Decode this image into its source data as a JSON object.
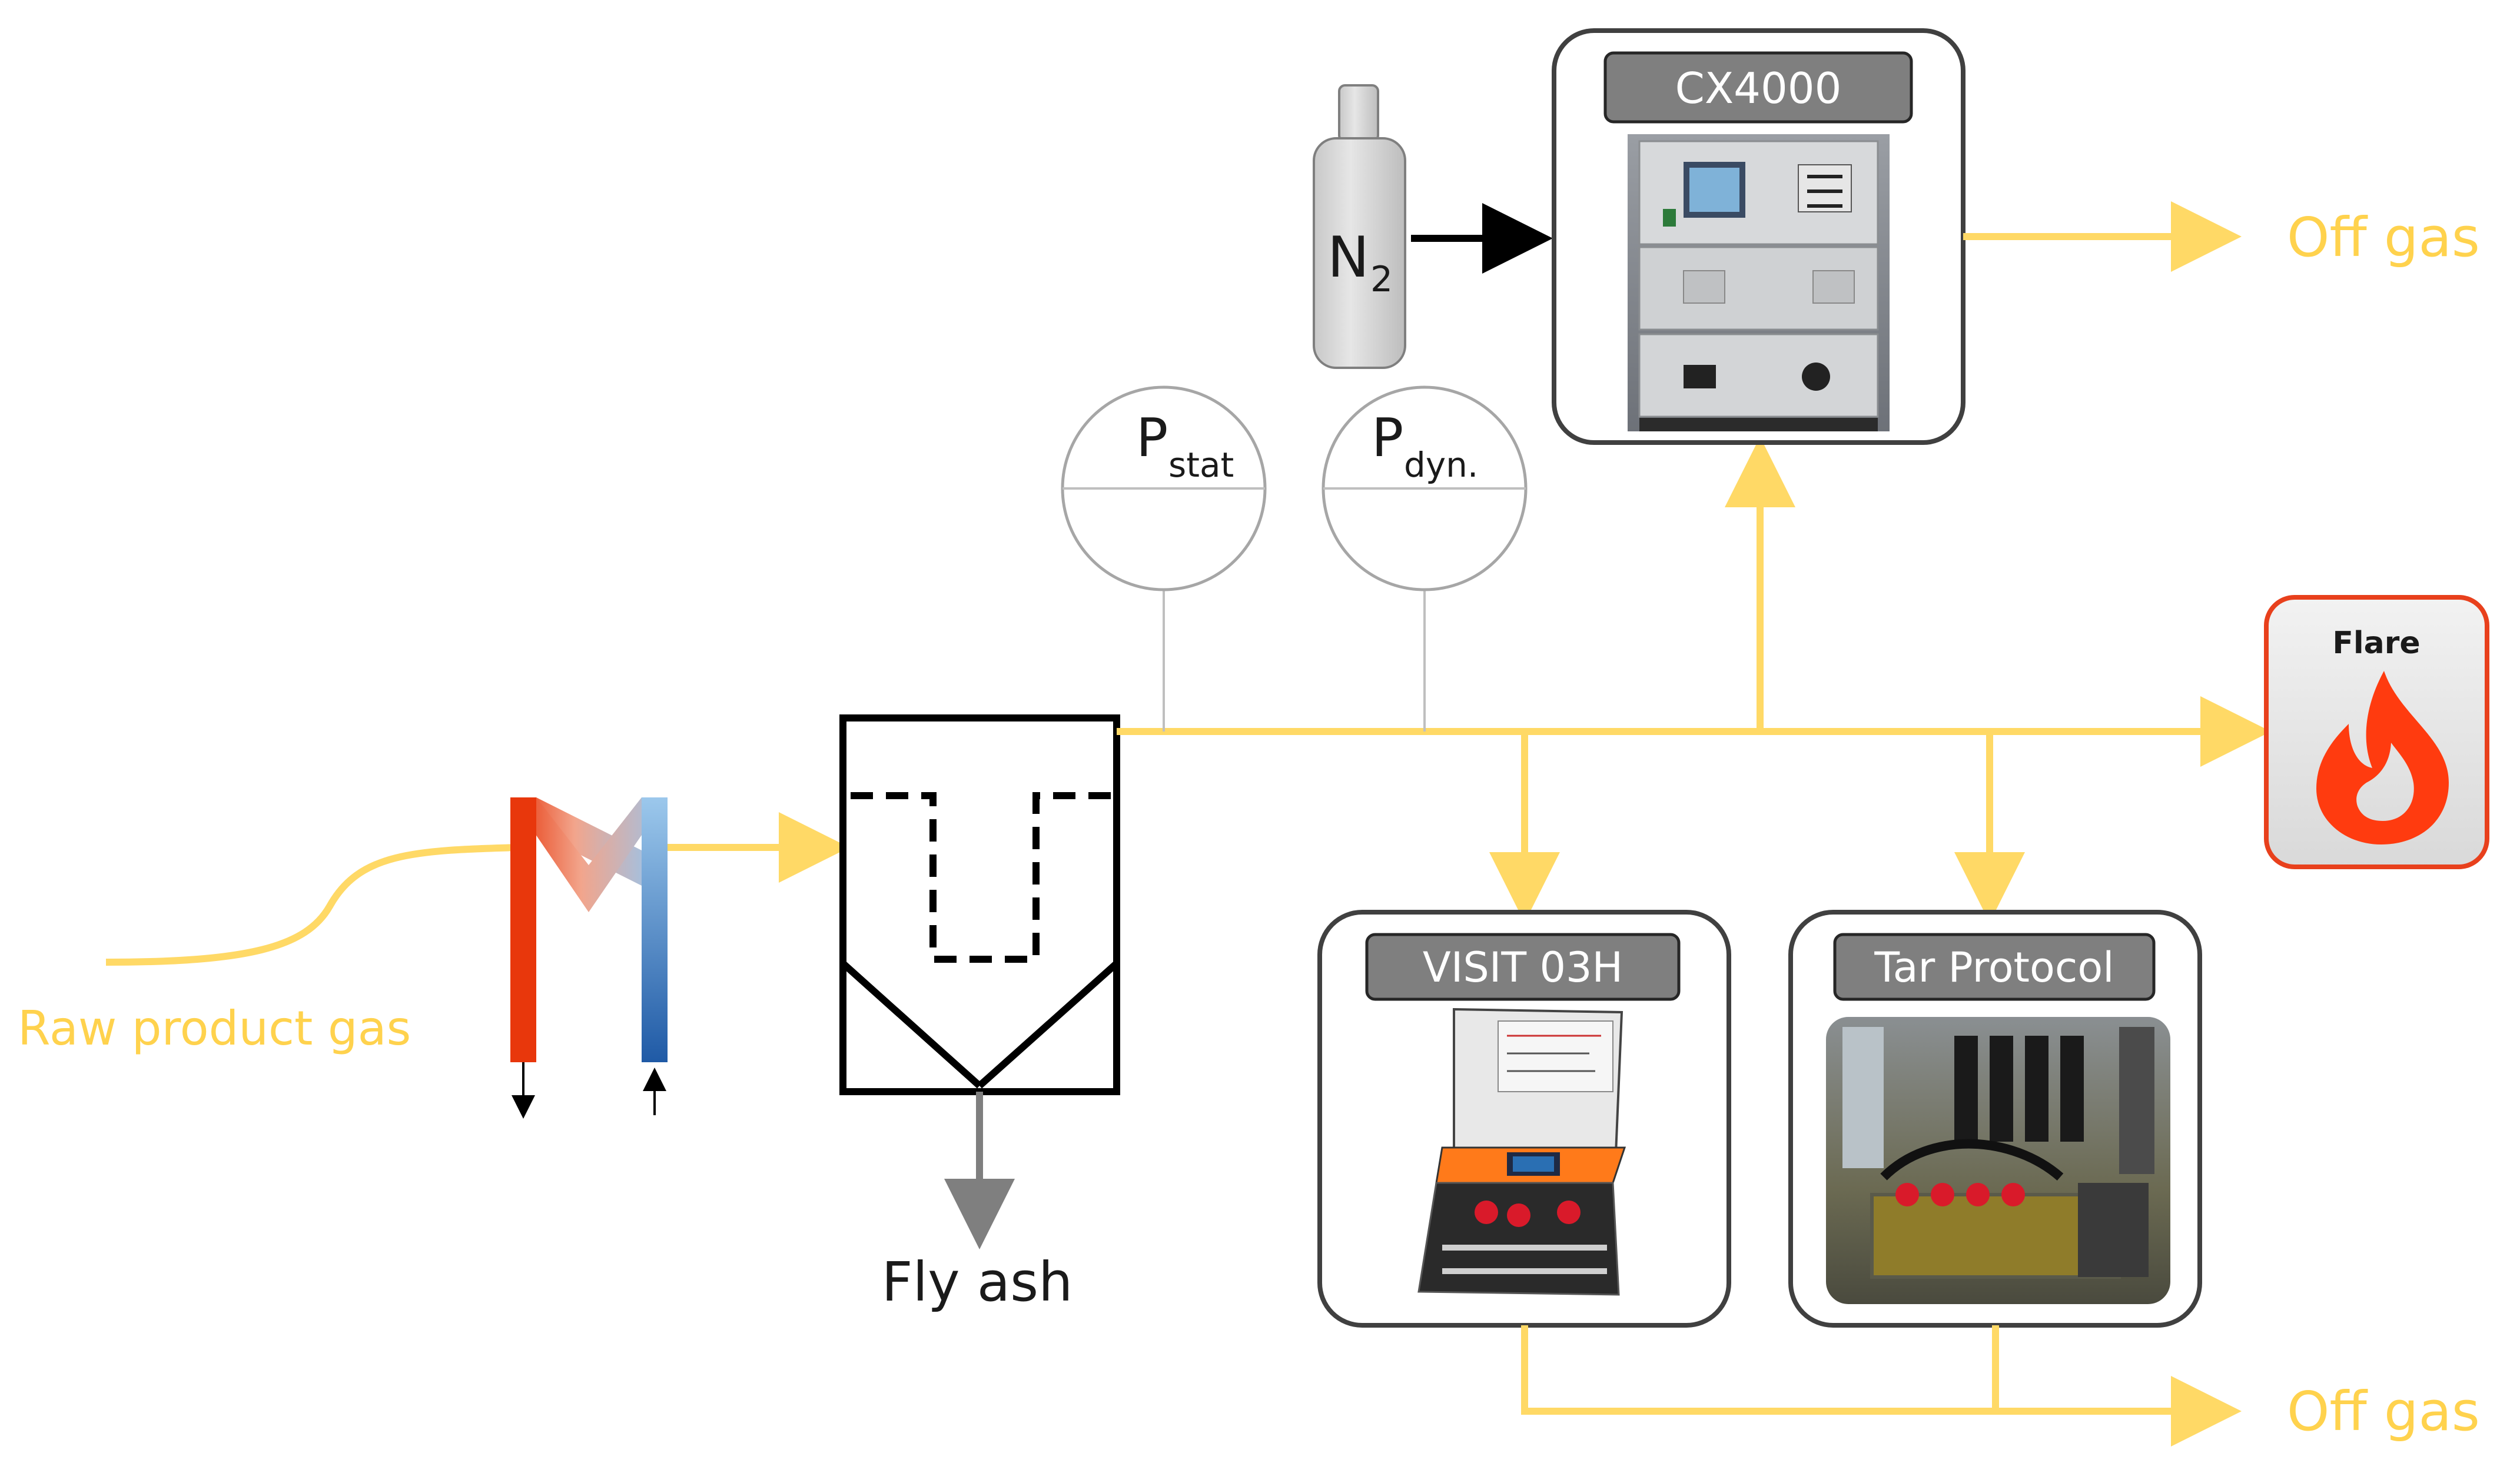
{
  "colors": {
    "gas_line": "#FFD966",
    "gas_label": "#FFD24D",
    "flare_border": "#E8401C",
    "flame": "#FF3B0F",
    "title_bar": "#808080",
    "cylinder": "#D9D9D9",
    "hx_hot": "#E8370C",
    "hx_cold": "#1F5AA6"
  },
  "labels": {
    "raw_product_gas": "Raw product gas",
    "fly_ash": "Fly ash",
    "off_gas_top": "Off gas",
    "off_gas_bottom": "Off gas",
    "flare": "Flare",
    "nitrogen_main": "N",
    "nitrogen_sub": "2",
    "p_stat_main": "P",
    "p_stat_sub": "stat",
    "p_dyn_main": "P",
    "p_dyn_sub": "dyn."
  },
  "instruments": [
    {
      "name": "CX4000",
      "icon": "ftir-analyzer-photo"
    },
    {
      "name": "VISIT 03H",
      "icon": "portable-analyzer-photo"
    },
    {
      "name": "Tar Protocol",
      "icon": "tar-sampling-photo"
    }
  ],
  "icons": {
    "heat_exchanger": "heat-exchanger-icon",
    "cyclone": "cyclone-filter-icon",
    "cylinder": "gas-cylinder-icon",
    "flame": "flame-icon"
  }
}
